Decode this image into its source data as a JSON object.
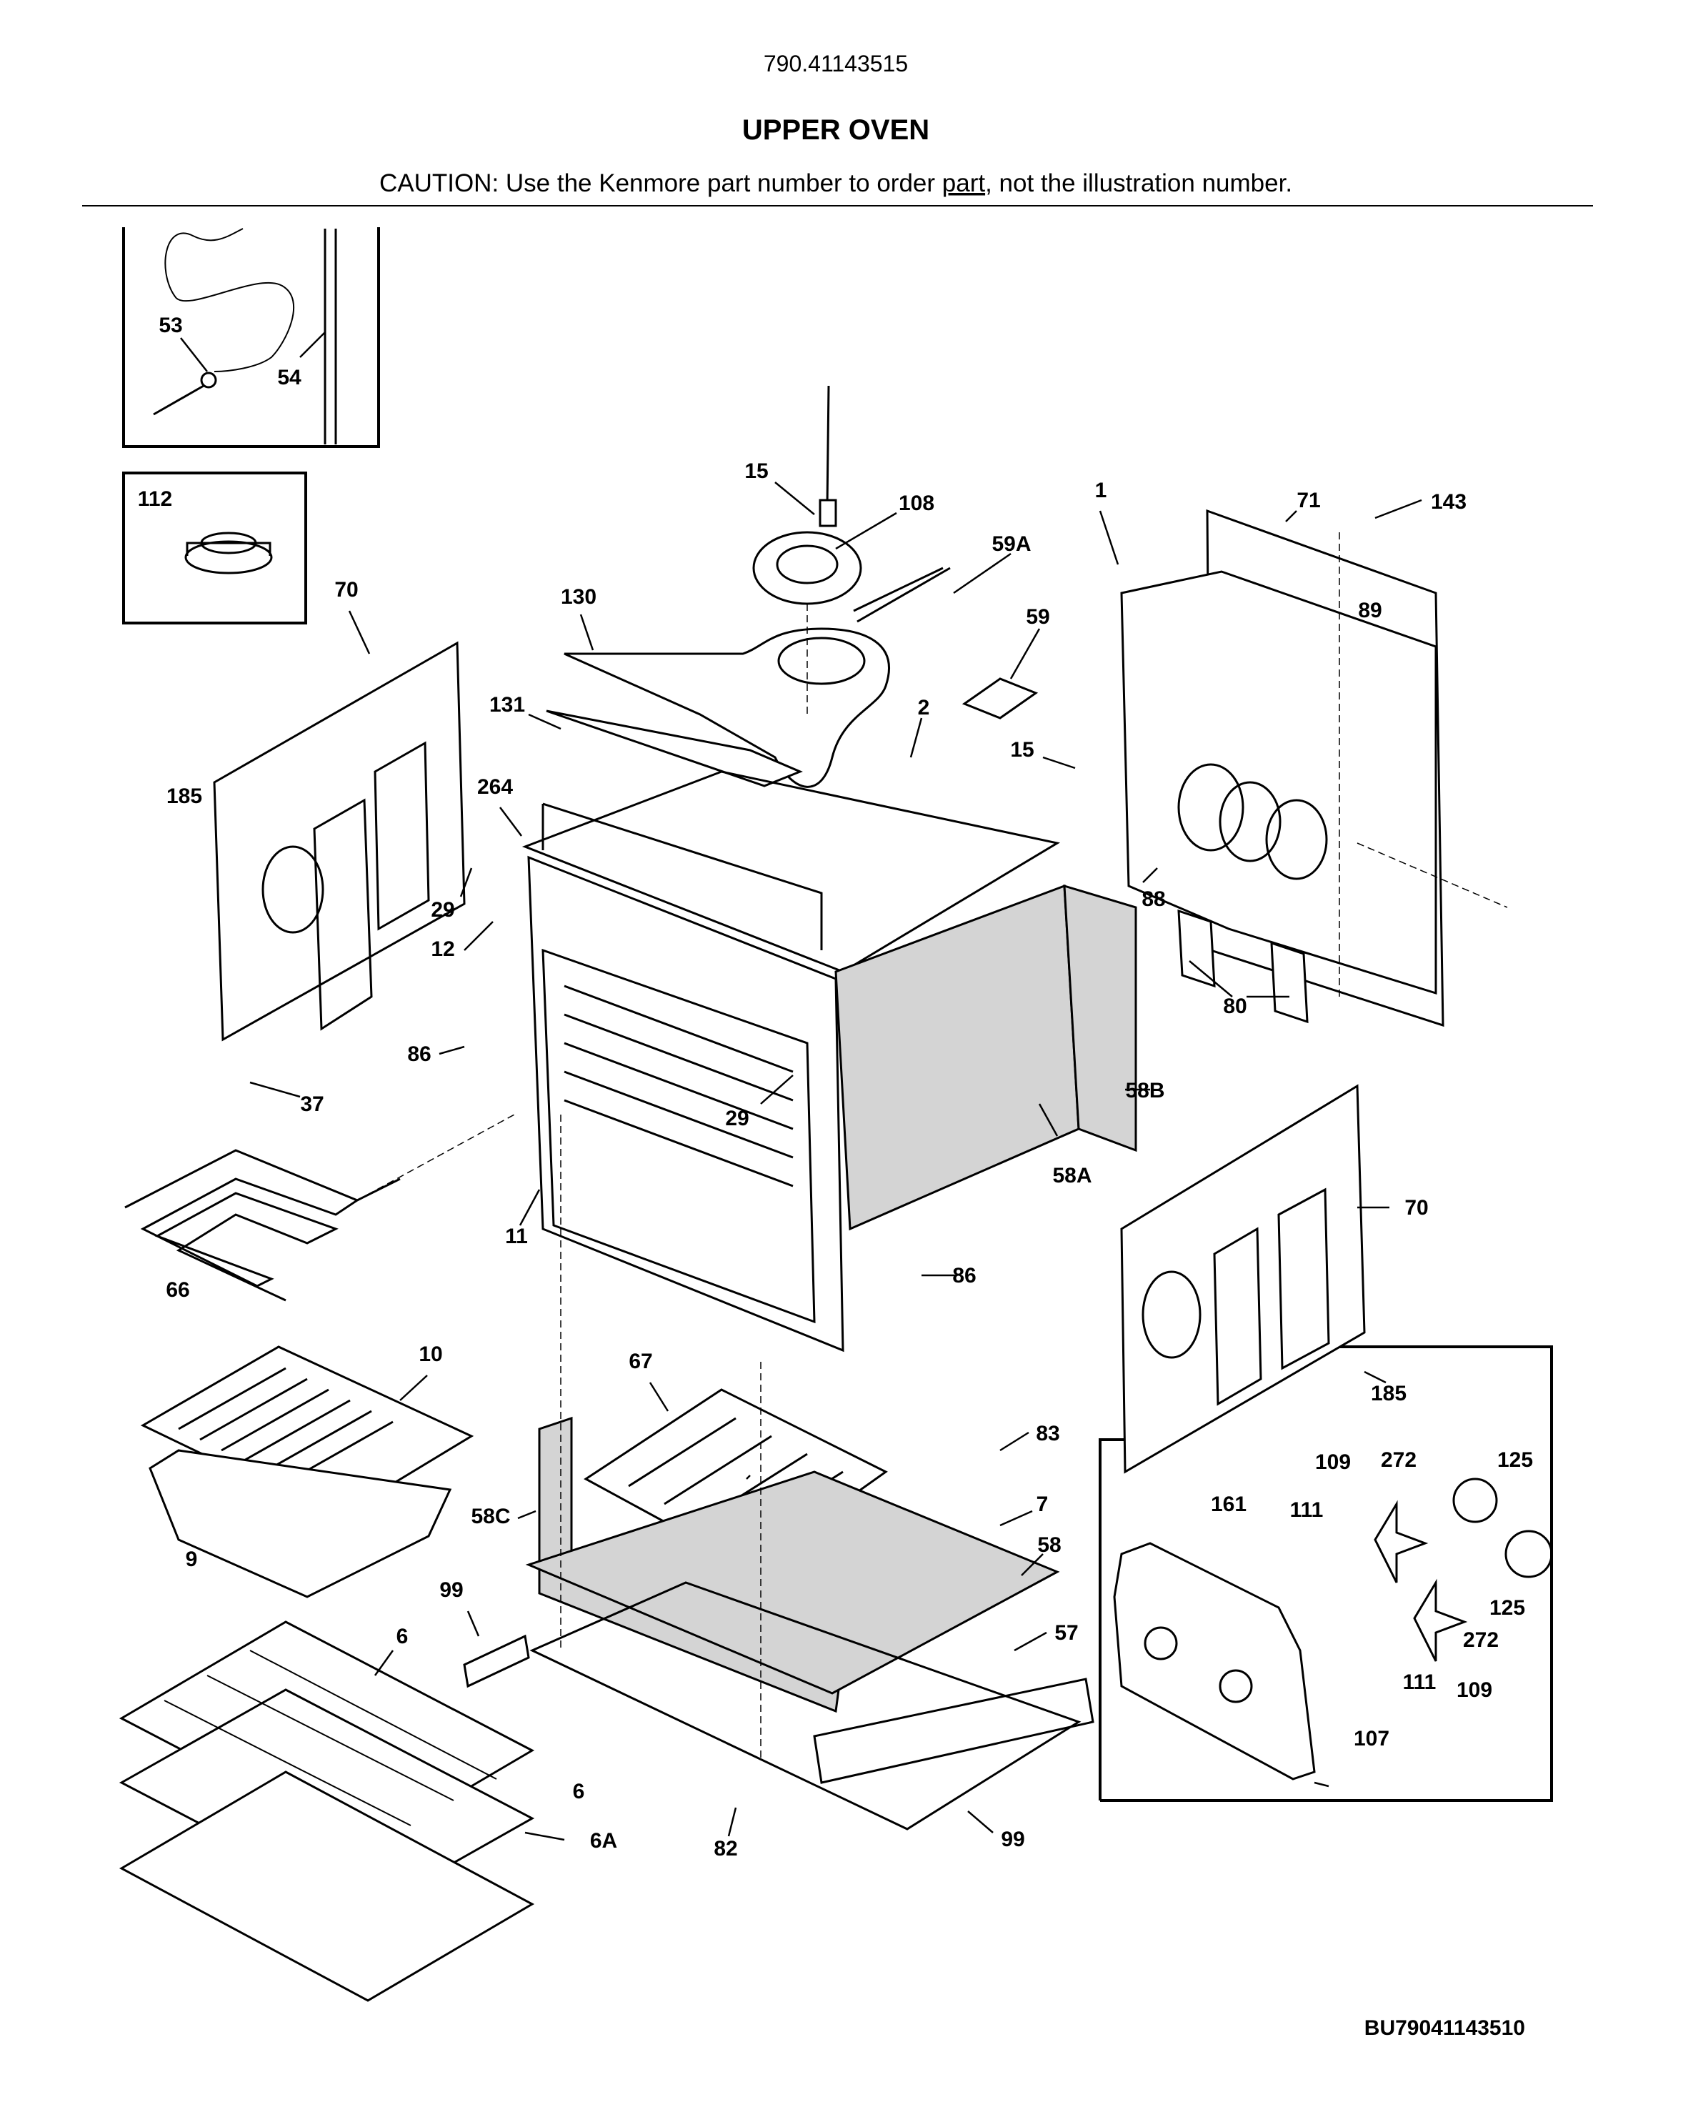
{
  "header": {
    "model_number": "790.41143515",
    "title": "UPPER OVEN",
    "caution_prefix": "CAUTION: Use the Kenmore part number to order ",
    "caution_underlined": "part",
    "caution_suffix": ", not the illustration number."
  },
  "footer": {
    "diagram_code": "BU79041143510"
  },
  "callouts": [
    {
      "id": "c-53",
      "label": "53"
    },
    {
      "id": "c-54",
      "label": "54"
    },
    {
      "id": "c-112",
      "label": "112"
    },
    {
      "id": "c-70a",
      "label": "70"
    },
    {
      "id": "c-185a",
      "label": "185"
    },
    {
      "id": "c-15a",
      "label": "15"
    },
    {
      "id": "c-108",
      "label": "108"
    },
    {
      "id": "c-59A",
      "label": "59A"
    },
    {
      "id": "c-59",
      "label": "59"
    },
    {
      "id": "c-130",
      "label": "130"
    },
    {
      "id": "c-131",
      "label": "131"
    },
    {
      "id": "c-2",
      "label": "2"
    },
    {
      "id": "c-15b",
      "label": "15"
    },
    {
      "id": "c-264",
      "label": "264"
    },
    {
      "id": "c-1",
      "label": "1"
    },
    {
      "id": "c-71",
      "label": "71"
    },
    {
      "id": "c-143",
      "label": "143"
    },
    {
      "id": "c-89",
      "label": "89"
    },
    {
      "id": "c-29a",
      "label": "29"
    },
    {
      "id": "c-12",
      "label": "12"
    },
    {
      "id": "c-88",
      "label": "88"
    },
    {
      "id": "c-80",
      "label": "80"
    },
    {
      "id": "c-86a",
      "label": "86"
    },
    {
      "id": "c-37",
      "label": "37"
    },
    {
      "id": "c-29b",
      "label": "29"
    },
    {
      "id": "c-58B",
      "label": "58B"
    },
    {
      "id": "c-58A",
      "label": "58A"
    },
    {
      "id": "c-70b",
      "label": "70"
    },
    {
      "id": "c-11",
      "label": "11"
    },
    {
      "id": "c-66",
      "label": "66"
    },
    {
      "id": "c-86b",
      "label": "86"
    },
    {
      "id": "c-10",
      "label": "10"
    },
    {
      "id": "c-67",
      "label": "67"
    },
    {
      "id": "c-185b",
      "label": "185"
    },
    {
      "id": "c-83",
      "label": "83"
    },
    {
      "id": "c-9",
      "label": "9"
    },
    {
      "id": "c-58C",
      "label": "58C"
    },
    {
      "id": "c-7",
      "label": "7"
    },
    {
      "id": "c-58",
      "label": "58"
    },
    {
      "id": "c-99a",
      "label": "99"
    },
    {
      "id": "c-57",
      "label": "57"
    },
    {
      "id": "c-6a",
      "label": "6"
    },
    {
      "id": "c-6b",
      "label": "6"
    },
    {
      "id": "c-6A",
      "label": "6A"
    },
    {
      "id": "c-82",
      "label": "82"
    },
    {
      "id": "c-99b",
      "label": "99"
    },
    {
      "id": "c-109a",
      "label": "109"
    },
    {
      "id": "c-272a",
      "label": "272"
    },
    {
      "id": "c-125a",
      "label": "125"
    },
    {
      "id": "c-161",
      "label": "161"
    },
    {
      "id": "c-111a",
      "label": "111"
    },
    {
      "id": "c-125b",
      "label": "125"
    },
    {
      "id": "c-272b",
      "label": "272"
    },
    {
      "id": "c-111b",
      "label": "111"
    },
    {
      "id": "c-109b",
      "label": "109"
    },
    {
      "id": "c-107",
      "label": "107"
    }
  ]
}
